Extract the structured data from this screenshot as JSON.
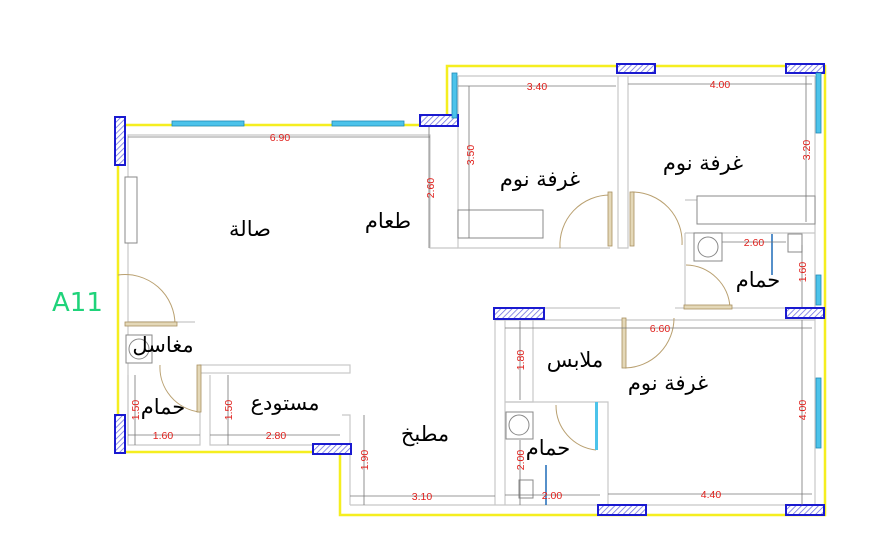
{
  "unit_label": "A11",
  "colors": {
    "outer_wall": "#f5ee1f",
    "column": "#1a1ad0",
    "window": "#4cc3ea",
    "dimension": "#e0201c",
    "unit_label": "#1fd37a"
  },
  "rooms": {
    "living": "صالة",
    "dining": "طعام",
    "bedroom_1": "غرفة نوم",
    "bedroom_2": "غرفة نوم",
    "bath_1": "حمام",
    "dressing": "ملابس",
    "bedroom_3": "غرفة نوم",
    "bath_2": "حمام",
    "kitchen": "مطبخ",
    "storage": "مستودع",
    "bath_3": "حمام",
    "sinks": "مغاسل"
  },
  "dimensions": {
    "living_width": "6.90",
    "bedroom1_width": "3.40",
    "bedroom2_width": "4.00",
    "bedroom1_depth": "3.50",
    "dining_depth": "2.60",
    "bedroom2_depth": "3.20",
    "bath1_width": "2.60",
    "bath1_depth": "1.60",
    "corridor_width": "6.60",
    "dressing_depth": "1.80",
    "bedroom3_depth": "4.00",
    "bath3_depth": "1.50",
    "bath3_width": "1.60",
    "storage_depth": "1.50",
    "storage_width": "2.80",
    "kitchen_depth": "1.90",
    "kitchen_width": "3.10",
    "bath2_depth": "2.00",
    "bath2_width": "2.00",
    "bedroom3_width": "4.40"
  }
}
